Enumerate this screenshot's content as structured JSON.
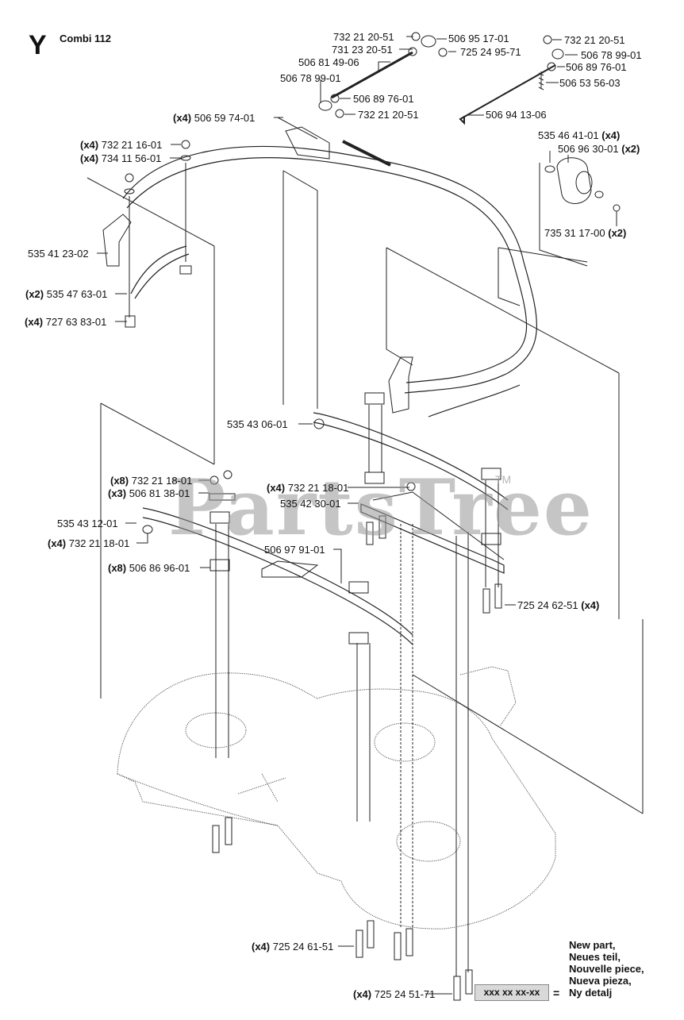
{
  "header": {
    "section_letter": "Y",
    "model": "Combi 112"
  },
  "watermark": {
    "text": "PartsTree",
    "trademark": "TM"
  },
  "callouts": [
    {
      "id": "c1",
      "qty": "",
      "part": "732 21 20-51",
      "qty_after": ""
    },
    {
      "id": "c2",
      "qty": "",
      "part": "506 95 17-01",
      "qty_after": ""
    },
    {
      "id": "c3",
      "qty": "",
      "part": "731 23 20-51",
      "qty_after": ""
    },
    {
      "id": "c4",
      "qty": "",
      "part": "725 24 95-71",
      "qty_after": ""
    },
    {
      "id": "c5",
      "qty": "",
      "part": "506 81 49-06",
      "qty_after": ""
    },
    {
      "id": "c6",
      "qty": "",
      "part": "506 78 99-01",
      "qty_after": ""
    },
    {
      "id": "c7",
      "qty": "",
      "part": "506 89 76-01",
      "qty_after": ""
    },
    {
      "id": "c8",
      "qty": "",
      "part": "732 21 20-51",
      "qty_after": ""
    },
    {
      "id": "c9",
      "qty": "",
      "part": "732 21 20-51",
      "qty_after": ""
    },
    {
      "id": "c10",
      "qty": "",
      "part": "506 78 99-01",
      "qty_after": ""
    },
    {
      "id": "c11",
      "qty": "",
      "part": "506 89 76-01",
      "qty_after": ""
    },
    {
      "id": "c12",
      "qty": "",
      "part": "506 53 56-03",
      "qty_after": ""
    },
    {
      "id": "c13",
      "qty": "",
      "part": "506 94 13-06",
      "qty_after": ""
    },
    {
      "id": "c14",
      "qty": "(x4)",
      "part": "506 59 74-01",
      "qty_after": ""
    },
    {
      "id": "c15",
      "qty": "",
      "part": "535 46 41-01",
      "qty_after": "(x4)"
    },
    {
      "id": "c16",
      "qty": "",
      "part": "506 96 30-01",
      "qty_after": "(x2)"
    },
    {
      "id": "c17",
      "qty": "(x4)",
      "part": "732 21 16-01",
      "qty_after": ""
    },
    {
      "id": "c18",
      "qty": "(x4)",
      "part": "734 11 56-01",
      "qty_after": ""
    },
    {
      "id": "c19",
      "qty": "",
      "part": "735 31 17-00",
      "qty_after": "(x2)"
    },
    {
      "id": "c20",
      "qty": "",
      "part": "535 41 23-02",
      "qty_after": ""
    },
    {
      "id": "c21",
      "qty": "(x2)",
      "part": "535 47 63-01",
      "qty_after": ""
    },
    {
      "id": "c22",
      "qty": "(x4)",
      "part": "727 63 83-01",
      "qty_after": ""
    },
    {
      "id": "c23",
      "qty": "",
      "part": "535 43 06-01",
      "qty_after": ""
    },
    {
      "id": "c24",
      "qty": "(x8)",
      "part": "732 21 18-01",
      "qty_after": ""
    },
    {
      "id": "c25",
      "qty": "(x3)",
      "part": "506 81 38-01",
      "qty_after": ""
    },
    {
      "id": "c26",
      "qty": "(x4)",
      "part": "732 21 18-01",
      "qty_after": ""
    },
    {
      "id": "c27",
      "qty": "",
      "part": "535 42 30-01",
      "qty_after": ""
    },
    {
      "id": "c28",
      "qty": "",
      "part": "535 43 12-01",
      "qty_after": ""
    },
    {
      "id": "c29",
      "qty": "(x4)",
      "part": "732 21 18-01",
      "qty_after": ""
    },
    {
      "id": "c30",
      "qty": "",
      "part": "506 97 91-01",
      "qty_after": ""
    },
    {
      "id": "c31",
      "qty": "(x8)",
      "part": "506 86 96-01",
      "qty_after": ""
    },
    {
      "id": "c32",
      "qty": "",
      "part": "725 24 62-51",
      "qty_after": "(x4)"
    },
    {
      "id": "c33",
      "qty": "(x4)",
      "part": "725 24 61-51",
      "qty_after": ""
    },
    {
      "id": "c34",
      "qty": "(x4)",
      "part": "725 24 51-71",
      "qty_after": ""
    }
  ],
  "legend": {
    "placeholder": "xxx xx xx-xx",
    "equals": "=",
    "lines": [
      "New part,",
      "Neues teil,",
      "Nouvelle piece,",
      "Nueva pieza,",
      "Ny detalj"
    ]
  }
}
